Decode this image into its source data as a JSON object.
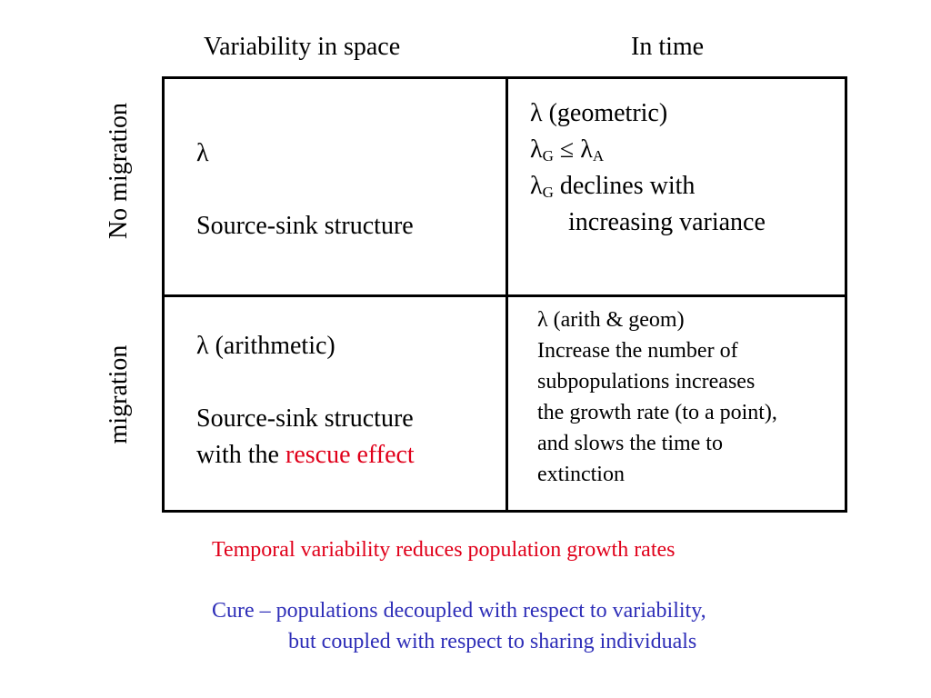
{
  "header": {
    "col_space": "Variability in space",
    "col_time": "In time"
  },
  "rows": {
    "no_migration": "No migration",
    "migration": "migration"
  },
  "cells": {
    "no_migration_space": {
      "symbol": "λ",
      "text": "Source-sink structure"
    },
    "no_migration_time": {
      "line1": "λ (geometric)",
      "lambda": "λ",
      "sub_g": "G",
      "leq": " ≤ ",
      "sub_a": "A",
      "line3_rest": " declines with",
      "line4": "increasing variance"
    },
    "migration_space": {
      "line1": "λ (arithmetic)",
      "line2": "Source-sink structure",
      "line3_prefix": "with the ",
      "line3_highlight": "rescue effect"
    },
    "migration_time": {
      "lines": [
        "λ (arith & geom)",
        "Increase the number of",
        "subpopulations increases",
        "the growth rate (to a point),",
        "and slows the time to",
        "extinction"
      ]
    }
  },
  "notes": {
    "red": "Temporal variability reduces population growth rates",
    "blue_line1": "Cure – populations decoupled with respect to variability,",
    "blue_line2": "but coupled with respect to sharing individuals"
  },
  "colors": {
    "highlight_red": "#e0001a",
    "note_blue": "#2e2eb8"
  }
}
